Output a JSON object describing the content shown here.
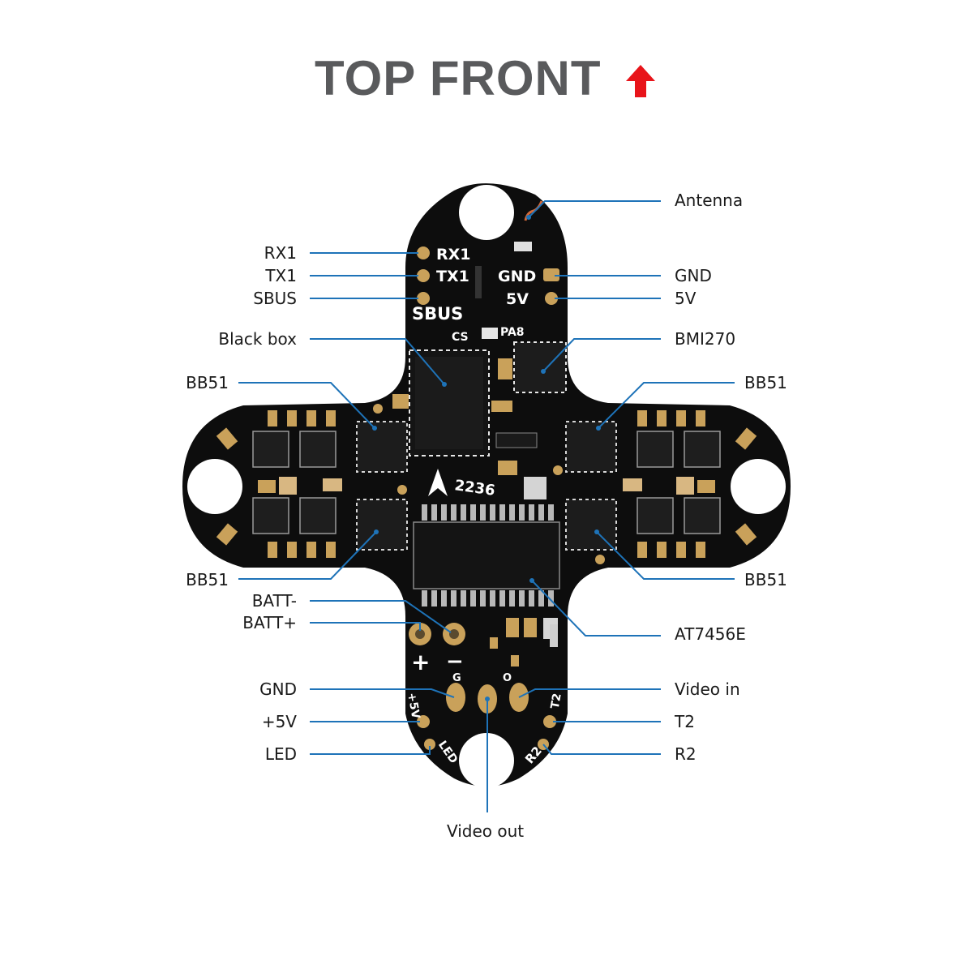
{
  "title": "TOP FRONT",
  "colors": {
    "arrow": "#e8141a",
    "leader": "#1e73b8",
    "board": "#0d0d0d",
    "pad": "#c9a15a"
  },
  "labels": {
    "antenna": "Antenna",
    "rx1": "RX1",
    "tx1": "TX1",
    "sbus": "SBUS",
    "gnd_top": "GND",
    "v5_top": "5V",
    "black_box": "Black box",
    "bmi270": "BMI270",
    "bb51_tl": "BB51",
    "bb51_tr": "BB51",
    "bb51_bl": "BB51",
    "bb51_br": "BB51",
    "batt_minus": "BATT-",
    "batt_plus": "BATT+",
    "at7456e": "AT7456E",
    "gnd_bottom": "GND",
    "v5_bottom": "+5V",
    "led": "LED",
    "video_in": "Video in",
    "t2": "T2",
    "r2": "R2",
    "video_out": "Video out"
  },
  "silkscreen": {
    "rx1": "RX1",
    "tx1": "TX1",
    "gnd": "GND",
    "v5": "5V",
    "sbus": "SBUS",
    "cs": "CS",
    "pa8": "PA8",
    "code": "2236",
    "plus": "+",
    "minus": "−",
    "g": "G",
    "o": "O",
    "plus5v": "+5V",
    "t2": "T2",
    "r2": "R2",
    "led": "LED"
  }
}
